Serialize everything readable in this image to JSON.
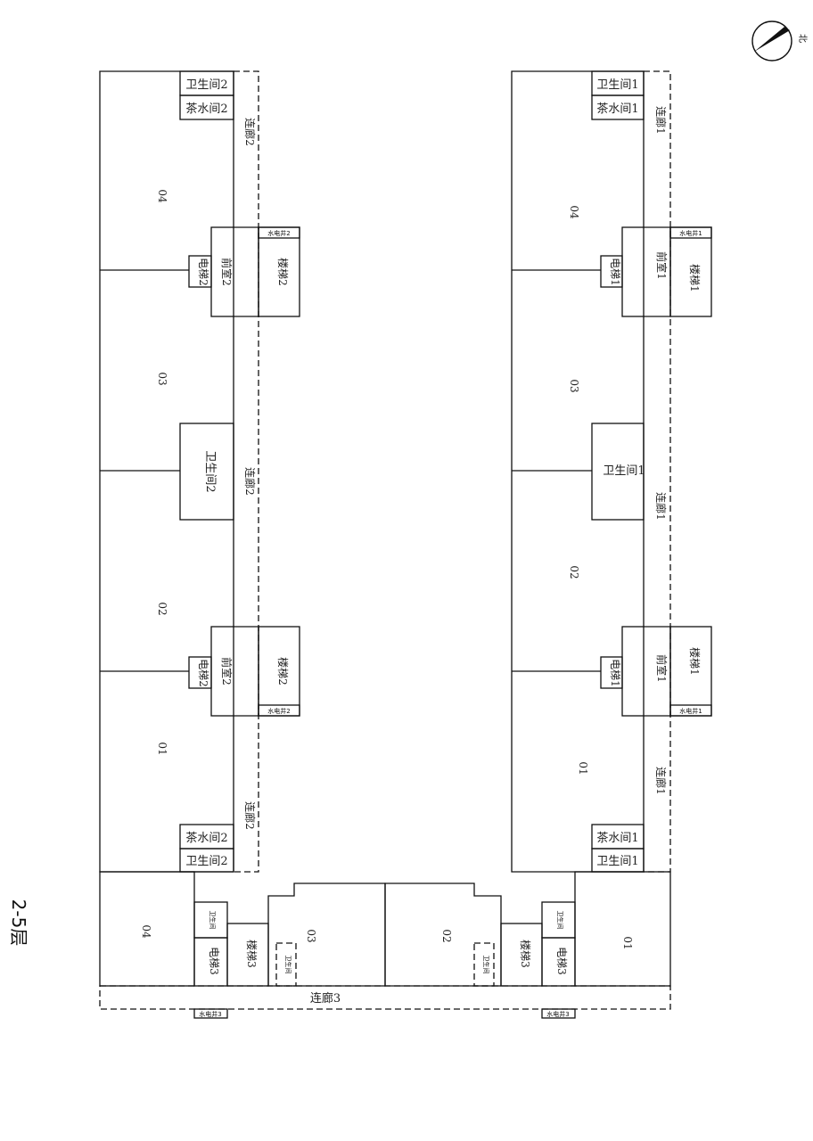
{
  "floor_label": "2-5层",
  "north_mark": "北",
  "labels": {
    "unit_01": "01",
    "unit_02": "02",
    "unit_03": "03",
    "unit_04": "04",
    "toilet_1": "卫生间1",
    "toilet_2": "卫生间2",
    "toilet_small": "卫生间",
    "tea_1": "茶水间1",
    "tea_2": "茶水间2",
    "corridor_1": "连廊1",
    "corridor_2": "连廊2",
    "corridor_3": "连廊3",
    "stair_1": "楼梯1",
    "stair_2": "楼梯2",
    "stair_3": "楼梯3",
    "elev_1": "电梯1",
    "elev_2": "电梯2",
    "elev_3": "电梯3",
    "lobby_1": "前室1",
    "lobby_2": "前室2",
    "shaft_1": "水电井1",
    "shaft_2": "水电井2",
    "shaft_3": "水电井3"
  }
}
